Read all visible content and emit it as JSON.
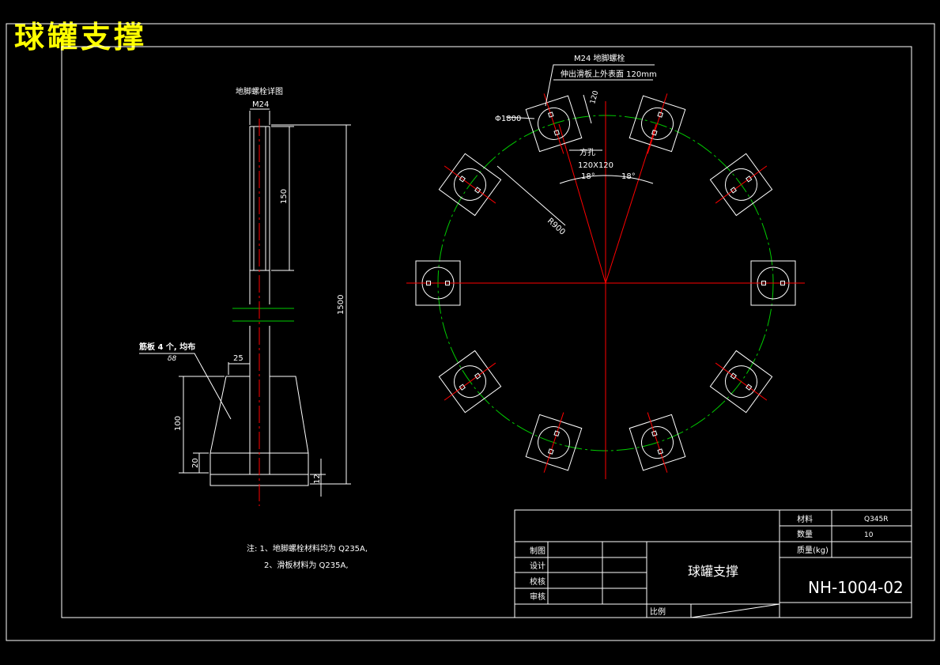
{
  "page_title": "球罐支撑",
  "colors": {
    "background": "#000000",
    "lines": "#ffffff",
    "centerline": "#ff0000",
    "circle": "#00cc00",
    "title": "#ffff00"
  },
  "detail": {
    "heading": "地脚螺栓详图",
    "thread_label": "M24",
    "dim_150": "150",
    "dim_1500": "1500",
    "rib_note": "筋板 4 个, 均布",
    "rib_thk": "δ8",
    "dim_25": "25",
    "dim_100": "100",
    "dim_20": "20",
    "dim_12": "12"
  },
  "plan": {
    "bolt_label": "M24 地脚螺栓",
    "bolt_note": "伸出滑板上外表面 120mm",
    "dia_label": "Φ1800",
    "dim_120": "120",
    "hole_label_1": "方孔",
    "hole_label_2": "120X120",
    "angle_left": "18°",
    "angle_right": "18°",
    "radius_label": "R900"
  },
  "notes": {
    "line1": "注: 1、地脚螺栓材料均为  Q235A,",
    "line2": "2、滑板材料为  Q235A,"
  },
  "title_block": {
    "material_label": "材料",
    "material_value": "Q345R",
    "qty_label": "数量",
    "qty_value": "10",
    "mass_label": "质量(kg)",
    "row_draw": "制图",
    "row_design": "设计",
    "row_check": "校核",
    "row_review": "审核",
    "part_name": "球罐支撑",
    "drawing_no": "NH-1004-02",
    "scale_label": "比例"
  }
}
